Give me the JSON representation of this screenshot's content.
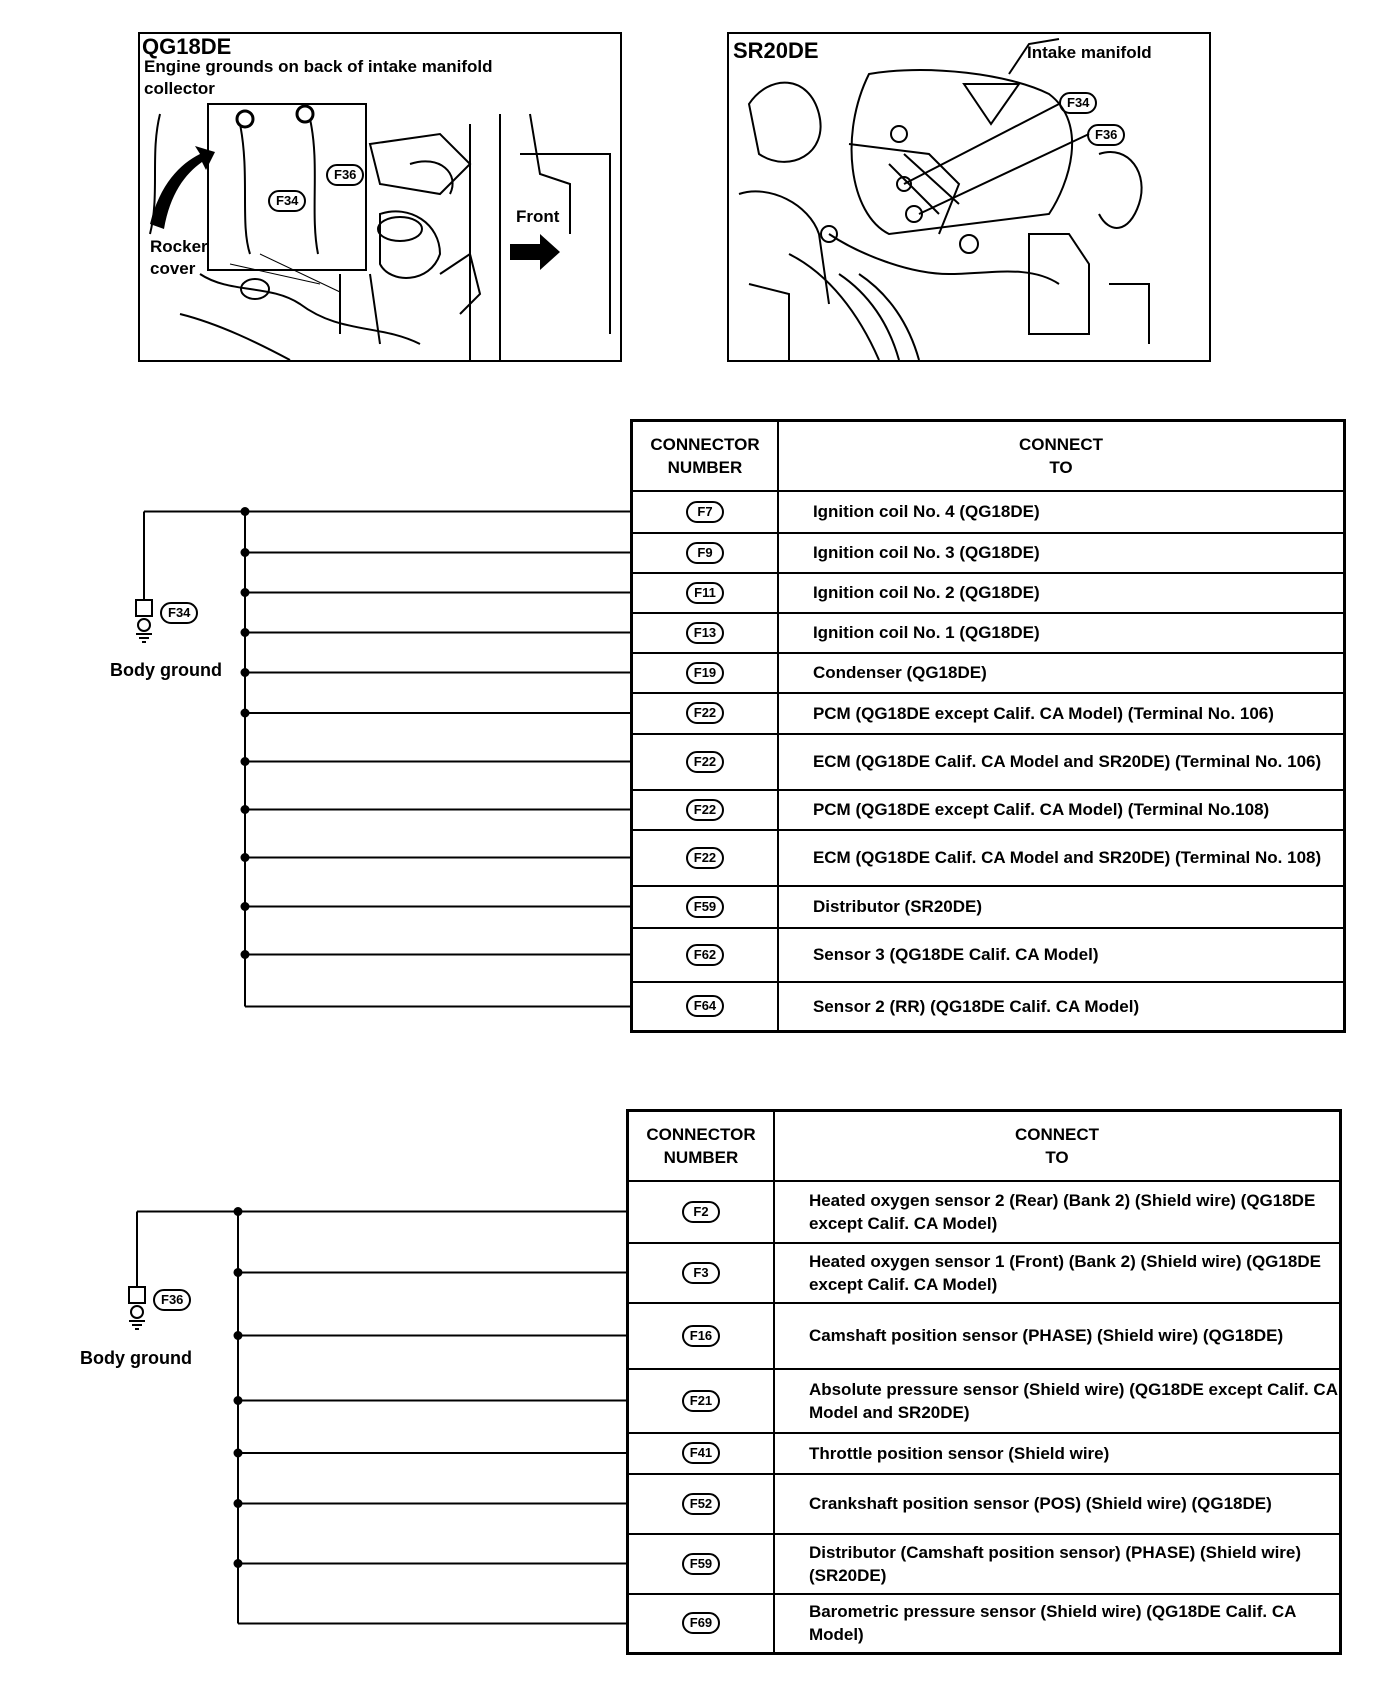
{
  "qg_panel": {
    "title": "QG18DE",
    "note": "Engine grounds on back of intake manifold collector",
    "rocker_label": "Rocker cover",
    "front_label": "Front",
    "badges": [
      "F34",
      "F36"
    ]
  },
  "sr_panel": {
    "title": "SR20DE",
    "intake_label": "Intake manifold",
    "badges": [
      "F34",
      "F36"
    ]
  },
  "ground1": {
    "connector": "F34",
    "label": "Body ground",
    "header": {
      "col1": "CONNECTOR NUMBER",
      "col2": "CONNECT TO"
    },
    "rows": [
      {
        "num": "F7",
        "to": "Ignition coil No. 4 (QG18DE)"
      },
      {
        "num": "F9",
        "to": "Ignition coil No. 3 (QG18DE)"
      },
      {
        "num": "F11",
        "to": "Ignition coil No. 2 (QG18DE)"
      },
      {
        "num": "F13",
        "to": "Ignition coil No. 1 (QG18DE)"
      },
      {
        "num": "F19",
        "to": "Condenser (QG18DE)"
      },
      {
        "num": "F22",
        "to": "PCM (QG18DE except Calif. CA Model) (Terminal No. 106)"
      },
      {
        "num": "F22",
        "to": "ECM (QG18DE Calif. CA Model and SR20DE) (Terminal No. 106)"
      },
      {
        "num": "F22",
        "to": "PCM (QG18DE except Calif. CA Model) (Terminal No.108)"
      },
      {
        "num": "F22",
        "to": "ECM (QG18DE Calif. CA Model and SR20DE) (Terminal No. 108)"
      },
      {
        "num": "F59",
        "to": "Distributor (SR20DE)"
      },
      {
        "num": "F62",
        "to": "Sensor 3 (QG18DE Calif. CA Model)"
      },
      {
        "num": "F64",
        "to": "Sensor 2 (RR) (QG18DE Calif. CA Model)"
      }
    ]
  },
  "ground2": {
    "connector": "F36",
    "label": "Body ground",
    "header": {
      "col1": "CONNECTOR NUMBER",
      "col2": "CONNECT TO"
    },
    "rows": [
      {
        "num": "F2",
        "to": "Heated oxygen sensor 2 (Rear) (Bank 2) (Shield wire) (QG18DE except Calif. CA Model)"
      },
      {
        "num": "F3",
        "to": "Heated oxygen sensor 1 (Front) (Bank 2) (Shield wire) (QG18DE except Calif. CA Model)"
      },
      {
        "num": "F16",
        "to": "Camshaft position sensor (PHASE) (Shield wire) (QG18DE)"
      },
      {
        "num": "F21",
        "to": "Absolute pressure sensor (Shield wire) (QG18DE except Calif. CA Model and SR20DE)"
      },
      {
        "num": "F41",
        "to": "Throttle position sensor (Shield wire)"
      },
      {
        "num": "F52",
        "to": "Crankshaft position sensor (POS) (Shield wire) (QG18DE)"
      },
      {
        "num": "F59",
        "to": "Distributor (Camshaft position sensor) (PHASE) (Shield wire) (SR20DE)"
      },
      {
        "num": "F69",
        "to": "Barometric pressure sensor (Shield wire) (QG18DE Calif. CA Model)"
      }
    ]
  }
}
